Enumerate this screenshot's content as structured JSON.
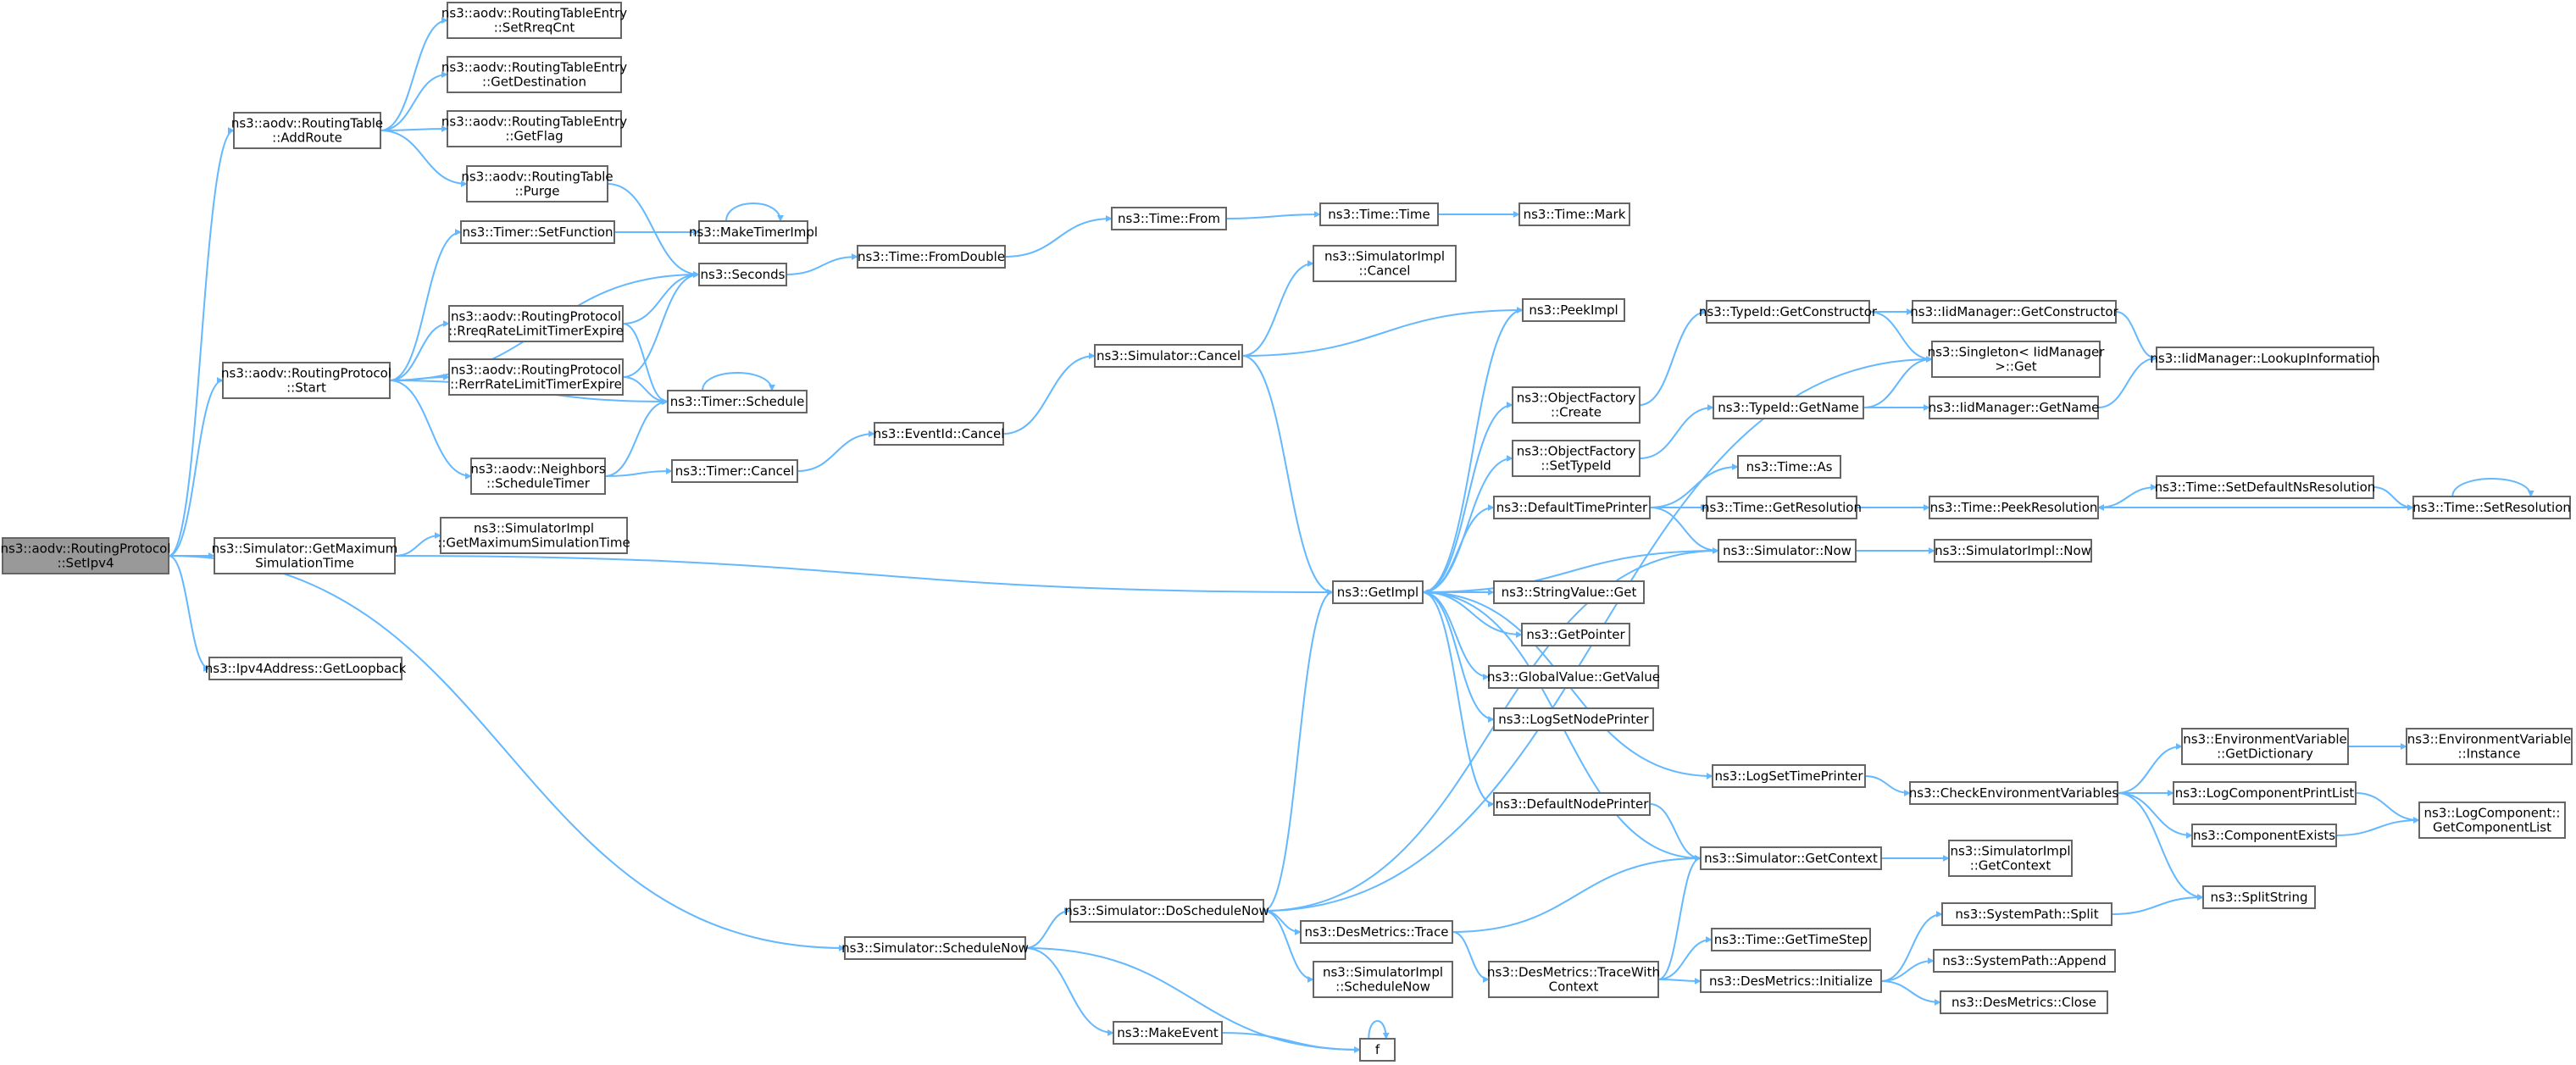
{
  "graph": {
    "title": "",
    "nodes": [
      {
        "id": "setipv4",
        "lines": [
          "ns3::aodv::RoutingProtocol",
          "::SetIpv4"
        ],
        "root": true
      },
      {
        "id": "addroute",
        "lines": [
          "ns3::aodv::RoutingTable",
          "::AddRoute"
        ]
      },
      {
        "id": "setreqcnt",
        "lines": [
          "ns3::aodv::RoutingTableEntry",
          "::SetRreqCnt"
        ]
      },
      {
        "id": "getdest",
        "lines": [
          "ns3::aodv::RoutingTableEntry",
          "::GetDestination"
        ]
      },
      {
        "id": "getflag",
        "lines": [
          "ns3::aodv::RoutingTableEntry",
          "::GetFlag"
        ]
      },
      {
        "id": "purge",
        "lines": [
          "ns3::aodv::RoutingTable",
          "::Purge"
        ]
      },
      {
        "id": "start",
        "lines": [
          "ns3::aodv::RoutingProtocol",
          "::Start"
        ]
      },
      {
        "id": "setfunction",
        "lines": [
          "ns3::Timer::SetFunction"
        ]
      },
      {
        "id": "maketimerimpl",
        "lines": [
          "ns3::MakeTimerImpl"
        ]
      },
      {
        "id": "seconds",
        "lines": [
          "ns3::Seconds"
        ]
      },
      {
        "id": "rreqexpire",
        "lines": [
          "ns3::aodv::RoutingProtocol",
          "::RreqRateLimitTimerExpire"
        ]
      },
      {
        "id": "rerrexpire",
        "lines": [
          "ns3::aodv::RoutingProtocol",
          "::RerrRateLimitTimerExpire"
        ]
      },
      {
        "id": "timerschedule",
        "lines": [
          "ns3::Timer::Schedule"
        ]
      },
      {
        "id": "neighborstimer",
        "lines": [
          "ns3::aodv::Neighbors",
          "::ScheduleTimer"
        ]
      },
      {
        "id": "timercancel",
        "lines": [
          "ns3::Timer::Cancel"
        ]
      },
      {
        "id": "eventidcancel",
        "lines": [
          "ns3::EventId::Cancel"
        ]
      },
      {
        "id": "fromdouble",
        "lines": [
          "ns3::Time::FromDouble"
        ]
      },
      {
        "id": "timefrom",
        "lines": [
          "ns3::Time::From"
        ]
      },
      {
        "id": "timetime",
        "lines": [
          "ns3::Time::Time"
        ]
      },
      {
        "id": "timemark",
        "lines": [
          "ns3::Time::Mark"
        ]
      },
      {
        "id": "simcancel",
        "lines": [
          "ns3::Simulator::Cancel"
        ]
      },
      {
        "id": "simimplcancel",
        "lines": [
          "ns3::SimulatorImpl",
          "::Cancel"
        ]
      },
      {
        "id": "peekimpl",
        "lines": [
          "ns3::PeekImpl"
        ]
      },
      {
        "id": "getmaxsim",
        "lines": [
          "ns3::Simulator::GetMaximum",
          "SimulationTime"
        ]
      },
      {
        "id": "simimplgetmax",
        "lines": [
          "ns3::SimulatorImpl",
          "::GetMaximumSimulationTime"
        ]
      },
      {
        "id": "getloopback",
        "lines": [
          "ns3::Ipv4Address::GetLoopback"
        ]
      },
      {
        "id": "getimpl",
        "lines": [
          "ns3::GetImpl"
        ]
      },
      {
        "id": "objcreate",
        "lines": [
          "ns3::ObjectFactory",
          "::Create"
        ]
      },
      {
        "id": "objsettypeid",
        "lines": [
          "ns3::ObjectFactory",
          "::SetTypeId"
        ]
      },
      {
        "id": "typeidgetctor",
        "lines": [
          "ns3::TypeId::GetConstructor"
        ]
      },
      {
        "id": "iidgetctor",
        "lines": [
          "ns3::IidManager::GetConstructor"
        ]
      },
      {
        "id": "singletonget",
        "lines": [
          "ns3::Singleton< IidManager",
          ">::Get"
        ]
      },
      {
        "id": "iidlookup",
        "lines": [
          "ns3::IidManager::LookupInformation"
        ]
      },
      {
        "id": "typeidgetname",
        "lines": [
          "ns3::TypeId::GetName"
        ]
      },
      {
        "id": "iidgetname",
        "lines": [
          "ns3::IidManager::GetName"
        ]
      },
      {
        "id": "defaulttimeprinter",
        "lines": [
          "ns3::DefaultTimePrinter"
        ]
      },
      {
        "id": "timeas",
        "lines": [
          "ns3::Time::As"
        ]
      },
      {
        "id": "timegetres",
        "lines": [
          "ns3::Time::GetResolution"
        ]
      },
      {
        "id": "timepeekres",
        "lines": [
          "ns3::Time::PeekResolution"
        ]
      },
      {
        "id": "setdefaultns",
        "lines": [
          "ns3::Time::SetDefaultNsResolution"
        ]
      },
      {
        "id": "setresolution",
        "lines": [
          "ns3::Time::SetResolution"
        ]
      },
      {
        "id": "simnow",
        "lines": [
          "ns3::Simulator::Now"
        ]
      },
      {
        "id": "simimplnow",
        "lines": [
          "ns3::SimulatorImpl::Now"
        ]
      },
      {
        "id": "stringvalueget",
        "lines": [
          "ns3::StringValue::Get"
        ]
      },
      {
        "id": "getpointer",
        "lines": [
          "ns3::GetPointer"
        ]
      },
      {
        "id": "globalvalue",
        "lines": [
          "ns3::GlobalValue::GetValue"
        ]
      },
      {
        "id": "logsetnode",
        "lines": [
          "ns3::LogSetNodePrinter"
        ]
      },
      {
        "id": "logsettime",
        "lines": [
          "ns3::LogSetTimePrinter"
        ]
      },
      {
        "id": "checkenv",
        "lines": [
          "ns3::CheckEnvironmentVariables"
        ]
      },
      {
        "id": "envgetdict",
        "lines": [
          "ns3::EnvironmentVariable",
          "::GetDictionary"
        ]
      },
      {
        "id": "envinstance",
        "lines": [
          "ns3::EnvironmentVariable",
          "::Instance"
        ]
      },
      {
        "id": "logprintlist",
        "lines": [
          "ns3::LogComponentPrintList"
        ]
      },
      {
        "id": "logcomplist",
        "lines": [
          "ns3::LogComponent::",
          "GetComponentList"
        ]
      },
      {
        "id": "compexists",
        "lines": [
          "ns3::ComponentExists"
        ]
      },
      {
        "id": "defaultnodeprinter",
        "lines": [
          "ns3::DefaultNodePrinter"
        ]
      },
      {
        "id": "simgetcontext",
        "lines": [
          "ns3::Simulator::GetContext"
        ]
      },
      {
        "id": "simimplgetcontext",
        "lines": [
          "ns3::SimulatorImpl",
          "::GetContext"
        ]
      },
      {
        "id": "splitstring",
        "lines": [
          "ns3::SplitString"
        ]
      },
      {
        "id": "sysplit",
        "lines": [
          "ns3::SystemPath::Split"
        ]
      },
      {
        "id": "sysappend",
        "lines": [
          "ns3::SystemPath::Append"
        ]
      },
      {
        "id": "desclose",
        "lines": [
          "ns3::DesMetrics::Close"
        ]
      },
      {
        "id": "desinit",
        "lines": [
          "ns3::DesMetrics::Initialize"
        ]
      },
      {
        "id": "gettimestep",
        "lines": [
          "ns3::Time::GetTimeStep"
        ]
      },
      {
        "id": "destracectx",
        "lines": [
          "ns3::DesMetrics::TraceWith",
          "Context"
        ]
      },
      {
        "id": "destrace",
        "lines": [
          "ns3::DesMetrics::Trace"
        ]
      },
      {
        "id": "doschedulenow",
        "lines": [
          "ns3::Simulator::DoScheduleNow"
        ]
      },
      {
        "id": "simimplschednow",
        "lines": [
          "ns3::SimulatorImpl",
          "::ScheduleNow"
        ]
      },
      {
        "id": "schedulenow",
        "lines": [
          "ns3::Simulator::ScheduleNow"
        ]
      },
      {
        "id": "makeevent",
        "lines": [
          "ns3::MakeEvent"
        ]
      },
      {
        "id": "f",
        "lines": [
          "f"
        ]
      }
    ],
    "edges": [
      [
        "setipv4",
        "addroute"
      ],
      [
        "setipv4",
        "start"
      ],
      [
        "setipv4",
        "getmaxsim"
      ],
      [
        "setipv4",
        "getloopback"
      ],
      [
        "setipv4",
        "schedulenow"
      ],
      [
        "addroute",
        "setreqcnt"
      ],
      [
        "addroute",
        "getdest"
      ],
      [
        "addroute",
        "getflag"
      ],
      [
        "addroute",
        "purge"
      ],
      [
        "purge",
        "seconds"
      ],
      [
        "start",
        "setfunction"
      ],
      [
        "start",
        "seconds"
      ],
      [
        "start",
        "rreqexpire"
      ],
      [
        "start",
        "rerrexpire"
      ],
      [
        "start",
        "timerschedule"
      ],
      [
        "start",
        "neighborstimer"
      ],
      [
        "setfunction",
        "maketimerimpl"
      ],
      [
        "maketimerimpl",
        "maketimerimpl"
      ],
      [
        "rreqexpire",
        "seconds"
      ],
      [
        "rreqexpire",
        "timerschedule"
      ],
      [
        "rerrexpire",
        "seconds"
      ],
      [
        "rerrexpire",
        "timerschedule"
      ],
      [
        "timerschedule",
        "timerschedule"
      ],
      [
        "neighborstimer",
        "timerschedule"
      ],
      [
        "neighborstimer",
        "timercancel"
      ],
      [
        "timercancel",
        "eventidcancel"
      ],
      [
        "eventidcancel",
        "simcancel"
      ],
      [
        "seconds",
        "fromdouble"
      ],
      [
        "fromdouble",
        "timefrom"
      ],
      [
        "timefrom",
        "timetime"
      ],
      [
        "timetime",
        "timemark"
      ],
      [
        "simcancel",
        "simimplcancel"
      ],
      [
        "simcancel",
        "peekimpl"
      ],
      [
        "simcancel",
        "getimpl"
      ],
      [
        "getmaxsim",
        "simimplgetmax"
      ],
      [
        "getmaxsim",
        "getimpl"
      ],
      [
        "getimpl",
        "peekimpl"
      ],
      [
        "getimpl",
        "objcreate"
      ],
      [
        "getimpl",
        "objsettypeid"
      ],
      [
        "getimpl",
        "defaulttimeprinter"
      ],
      [
        "getimpl",
        "stringvalueget"
      ],
      [
        "getimpl",
        "getpointer"
      ],
      [
        "getimpl",
        "globalvalue"
      ],
      [
        "getimpl",
        "logsetnode"
      ],
      [
        "getimpl",
        "logsettime"
      ],
      [
        "getimpl",
        "defaultnodeprinter"
      ],
      [
        "getimpl",
        "simgetcontext"
      ],
      [
        "objcreate",
        "typeidgetctor"
      ],
      [
        "objsettypeid",
        "typeidgetname"
      ],
      [
        "typeidgetctor",
        "iidgetctor"
      ],
      [
        "typeidgetctor",
        "singletonget"
      ],
      [
        "iidgetctor",
        "iidlookup"
      ],
      [
        "typeidgetname",
        "singletonget"
      ],
      [
        "typeidgetname",
        "iidgetname"
      ],
      [
        "iidgetname",
        "iidlookup"
      ],
      [
        "defaulttimeprinter",
        "timeas"
      ],
      [
        "defaulttimeprinter",
        "timegetres"
      ],
      [
        "defaulttimeprinter",
        "simnow"
      ],
      [
        "timegetres",
        "timepeekres"
      ],
      [
        "timepeekres",
        "setdefaultns"
      ],
      [
        "setdefaultns",
        "setresolution"
      ],
      [
        "setresolution",
        "timepeekres"
      ],
      [
        "setresolution",
        "setresolution"
      ],
      [
        "simnow",
        "getimpl"
      ],
      [
        "simnow",
        "simimplnow"
      ],
      [
        "logsettime",
        "checkenv"
      ],
      [
        "checkenv",
        "envgetdict"
      ],
      [
        "checkenv",
        "logprintlist"
      ],
      [
        "checkenv",
        "compexists"
      ],
      [
        "checkenv",
        "splitstring"
      ],
      [
        "envgetdict",
        "envinstance"
      ],
      [
        "logprintlist",
        "logcomplist"
      ],
      [
        "compexists",
        "logcomplist"
      ],
      [
        "defaultnodeprinter",
        "simgetcontext"
      ],
      [
        "simgetcontext",
        "simimplgetcontext"
      ],
      [
        "schedulenow",
        "doschedulenow"
      ],
      [
        "schedulenow",
        "makeevent"
      ],
      [
        "schedulenow",
        "f"
      ],
      [
        "doschedulenow",
        "singletonget"
      ],
      [
        "doschedulenow",
        "getimpl"
      ],
      [
        "doschedulenow",
        "simnow"
      ],
      [
        "doschedulenow",
        "destrace"
      ],
      [
        "doschedulenow",
        "simimplschednow"
      ],
      [
        "destrace",
        "simgetcontext"
      ],
      [
        "destrace",
        "destracectx"
      ],
      [
        "destracectx",
        "simgetcontext"
      ],
      [
        "destracectx",
        "gettimestep"
      ],
      [
        "destracectx",
        "desinit"
      ],
      [
        "desinit",
        "sysplit"
      ],
      [
        "desinit",
        "sysappend"
      ],
      [
        "desinit",
        "desclose"
      ],
      [
        "sysplit",
        "splitstring"
      ],
      [
        "makeevent",
        "f"
      ],
      [
        "f",
        "f"
      ]
    ]
  }
}
